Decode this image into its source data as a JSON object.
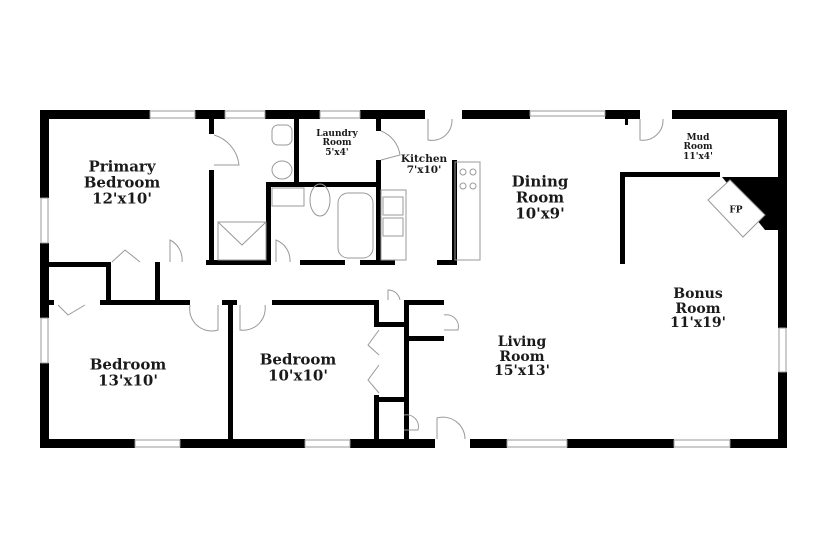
{
  "floorplan": {
    "rooms": [
      {
        "id": "primary-bedroom",
        "name_line1": "Primary",
        "name_line2": "Bedroom",
        "size": "12'x10'"
      },
      {
        "id": "laundry-room",
        "name_line1": "Laundry",
        "name_line2": "Room",
        "size": "5'x4'"
      },
      {
        "id": "kitchen",
        "name_line1": "Kitchen",
        "size": "7'x10'"
      },
      {
        "id": "dining-room",
        "name_line1": "Dining",
        "name_line2": "Room",
        "size": "10'x9'"
      },
      {
        "id": "mud-room",
        "name_line1": "Mud",
        "name_line2": "Room",
        "size": "11'x4'"
      },
      {
        "id": "bonus-room",
        "name_line1": "Bonus",
        "name_line2": "Room",
        "size": "11'x19'"
      },
      {
        "id": "living-room",
        "name_line1": "Living",
        "name_line2": "Room",
        "size": "15'x13'"
      },
      {
        "id": "bedroom-1",
        "name_line1": "Bedroom",
        "size": "13'x10'"
      },
      {
        "id": "bedroom-2",
        "name_line1": "Bedroom",
        "size": "10'x10'"
      }
    ],
    "fireplace_label": "FP",
    "colors": {
      "wall": "#000000",
      "fixture": "#9a9a9a",
      "background": "#ffffff",
      "text": "#1a1a1a"
    }
  }
}
